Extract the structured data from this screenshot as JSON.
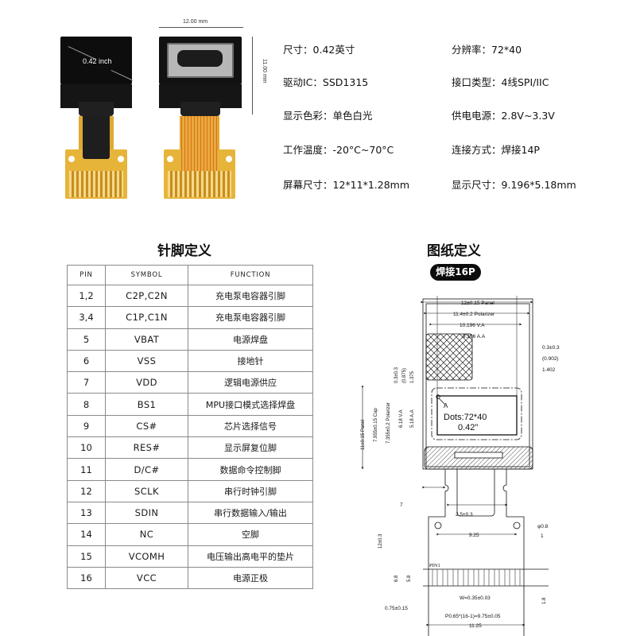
{
  "photos": {
    "front_label": "0.42 inch",
    "width_dim": "12.00 mm",
    "height_dim": "11.00 mm"
  },
  "specs": [
    {
      "label": "尺寸：",
      "value": "0.42英寸"
    },
    {
      "label": "分辨率：",
      "value": "72*40"
    },
    {
      "label": "驱动IC：",
      "value": "SSD1315"
    },
    {
      "label": "接口类型：",
      "value": "4线SPI/IIC"
    },
    {
      "label": "显示色彩：",
      "value": "单色白光"
    },
    {
      "label": "供电电源：",
      "value": "2.8V~3.3V"
    },
    {
      "label": "工作温度：",
      "value": "-20°C~70°C"
    },
    {
      "label": "连接方式：",
      "value": "焊接14P"
    },
    {
      "label": "屏幕尺寸：",
      "value": "12*11*1.28mm"
    },
    {
      "label": "显示尺寸：",
      "value": "9.196*5.18mm"
    }
  ],
  "pin_section": {
    "title": "针脚定义",
    "headers": [
      "PIN",
      "SYMBOL",
      "FUNCTION"
    ],
    "rows": [
      {
        "pin": "1,2",
        "symbol": "C2P,C2N",
        "function": "充电泵电容器引脚"
      },
      {
        "pin": "3,4",
        "symbol": "C1P,C1N",
        "function": "充电泵电容器引脚"
      },
      {
        "pin": "5",
        "symbol": "VBAT",
        "function": "电源焊盘"
      },
      {
        "pin": "6",
        "symbol": "VSS",
        "function": "接地针"
      },
      {
        "pin": "7",
        "symbol": "VDD",
        "function": "逻辑电源供应"
      },
      {
        "pin": "8",
        "symbol": "BS1",
        "function": "MPU接口模式选择焊盘"
      },
      {
        "pin": "9",
        "symbol": "CS#",
        "function": "芯片选择信号"
      },
      {
        "pin": "10",
        "symbol": "RES#",
        "function": "显示屏复位脚"
      },
      {
        "pin": "11",
        "symbol": "D/C#",
        "function": "数据命令控制脚"
      },
      {
        "pin": "12",
        "symbol": "SCLK",
        "function": "串行时钟引脚"
      },
      {
        "pin": "13",
        "symbol": "SDIN",
        "function": "串行数据输入/输出"
      },
      {
        "pin": "14",
        "symbol": "NC",
        "function": "空脚"
      },
      {
        "pin": "15",
        "symbol": "VCOMH",
        "function": "电压输出高电平的垫片"
      },
      {
        "pin": "16",
        "symbol": "VCC",
        "function": "电源正极"
      }
    ]
  },
  "drawing_section": {
    "title": "图纸定义",
    "badge": "焊接16P",
    "dims": {
      "panel_w": "12±0.15 Panel",
      "polarizer_w": "11.4±0.2 Polarizer",
      "va_w": "10.196 V.A",
      "aa_w": "9.196 A.A",
      "r1": "0.3±0.3",
      "r2": "(0.902)",
      "r3": "1.402",
      "l1": "0.3±0.3",
      "l2": "(0.875)",
      "l3": "1.375",
      "panel_h": "11±0.15 Panel",
      "cap_h": "7.955±0.15 Cap",
      "polarizer_h": "7.355±0.2 Polarizer",
      "va_h": "6.18 V.A",
      "aa_h": "5.18 A.A",
      "marker": "A",
      "dots": "Dots:72*40",
      "size": "0.42\"",
      "fpc_w": "7",
      "fpc_off": "2.5±0.3",
      "total_h": "12±0.3",
      "h68": "6.8",
      "h58": "5.8",
      "hole_span": "9.25",
      "hole_d": "φ0.8",
      "hole_off": "1",
      "pin1": "PIN1",
      "pin_w": "W=0.35±0.03",
      "edge": "0.75±0.15",
      "pitch": "P0.65*(16-1)=9.75±0.05",
      "pin_len": "1.8",
      "fpc_total": "11.25"
    }
  }
}
